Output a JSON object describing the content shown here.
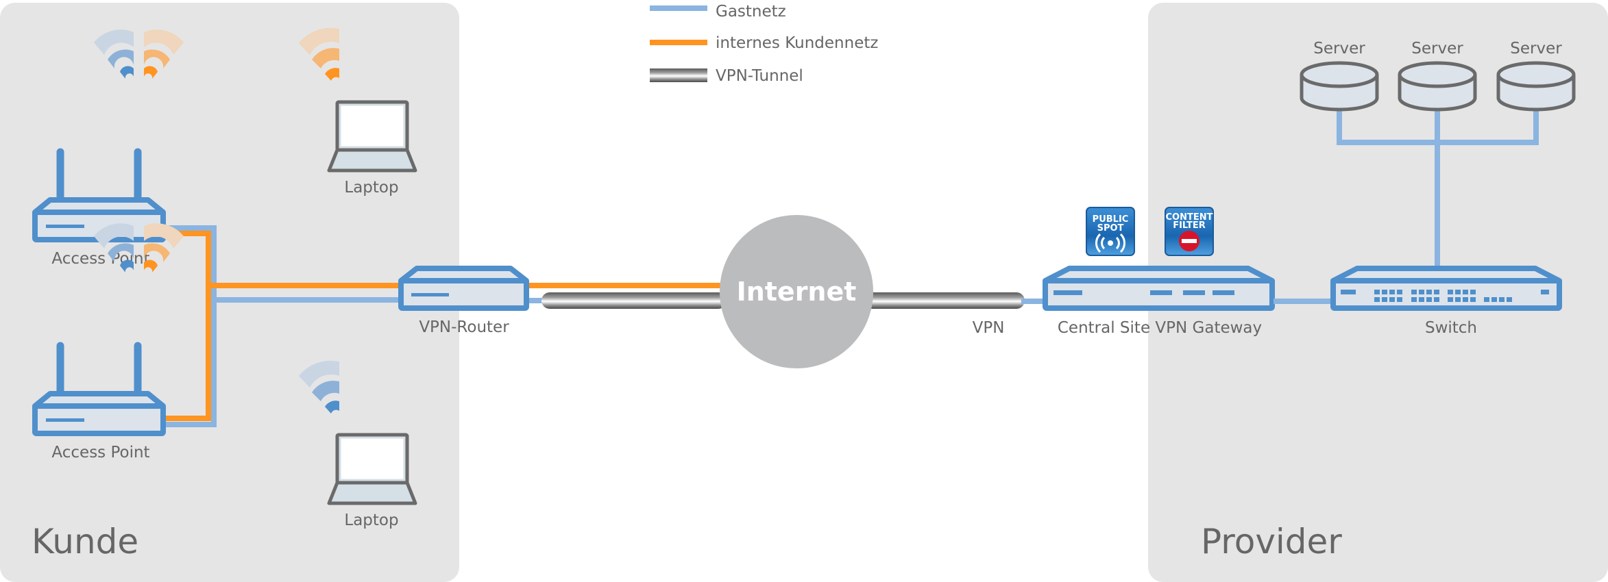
{
  "zones": {
    "customer": "Kunde",
    "provider": "Provider"
  },
  "legend": [
    {
      "label": "Gastnetz",
      "color": "#8bb4e0",
      "type": "guest"
    },
    {
      "label": "internes Kundennetz",
      "color": "#ff9421",
      "type": "internal"
    },
    {
      "label": "VPN-Tunnel",
      "color": "#888888",
      "type": "tunnel"
    }
  ],
  "nodes": {
    "access_point_1": "Access Point",
    "access_point_2": "Access Point",
    "laptop_1": "Laptop",
    "laptop_2": "Laptop",
    "vpn_router": "VPN-Router",
    "internet": "Internet",
    "vpn_label": "VPN",
    "gateway": "Central Site VPN Gateway",
    "switch": "Switch",
    "servers": [
      "Server",
      "Server",
      "Server"
    ]
  },
  "badges": {
    "public_spot": {
      "line1": "PUBLIC",
      "line2": "SPOT"
    },
    "content_filter": {
      "line1": "CONTENT",
      "line2": "FILTER"
    }
  },
  "colors": {
    "zone_bg": "#e5e5e5",
    "device_blue": "#4f8fcc",
    "device_fill": "#dce3ea",
    "guest_line": "#8bb4e0",
    "internal_line": "#ff9421",
    "internet_circle": "#bbbcbe",
    "text_gray": "#666666",
    "badge_red": "#d8142a"
  }
}
